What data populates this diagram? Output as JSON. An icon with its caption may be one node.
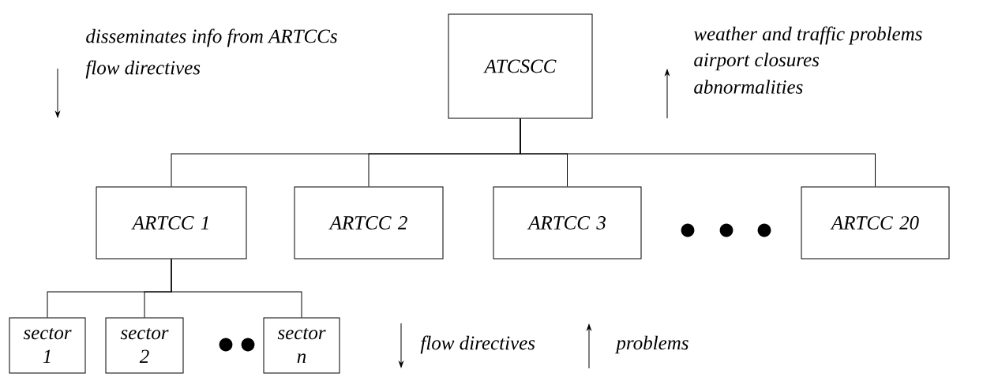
{
  "diagram": {
    "nodes": [
      {
        "text": [
          "ATCSCC"
        ]
      },
      {
        "text": [
          "ARTCC 1"
        ]
      },
      {
        "text": [
          "ARTCC 2"
        ]
      },
      {
        "text": [
          "ARTCC 3"
        ]
      },
      {
        "text": [
          "ARTCC 20"
        ]
      },
      {
        "text": [
          "sector 1"
        ]
      },
      {
        "text": [
          "sector 2"
        ]
      },
      {
        "text": [
          "sector n"
        ]
      }
    ],
    "edges": [
      {
        "from": 0,
        "to": 1,
        "arrow": "none"
      },
      {
        "from": 0,
        "to": 2,
        "arrow": "none"
      },
      {
        "from": 0,
        "to": 3,
        "arrow": "none"
      },
      {
        "from": 0,
        "to": 4,
        "arrow": "none"
      },
      {
        "from": 1,
        "to": 5,
        "arrow": "none"
      },
      {
        "from": 1,
        "to": 6,
        "arrow": "none"
      },
      {
        "from": 1,
        "to": 7,
        "arrow": "none"
      }
    ],
    "labels": [
      "disseminates info from ARTCCs",
      "flow directives",
      "weather and traffic problems",
      "airport closures",
      "abnormalities",
      "flow directives",
      "problems"
    ]
  }
}
